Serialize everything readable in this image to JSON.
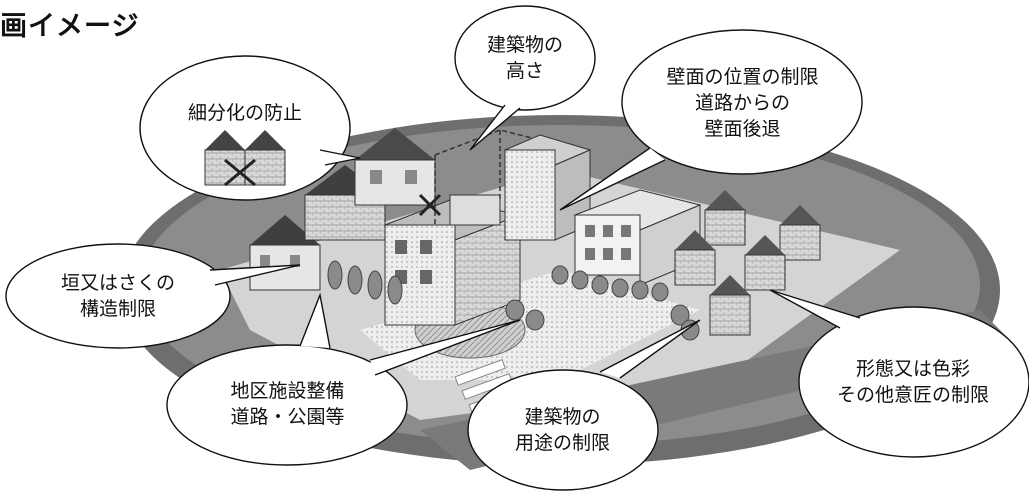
{
  "title": "画イメージ",
  "callouts": {
    "subdivision": "細分化の防止",
    "height": "建築物の\n高さ",
    "wall": "壁面の位置の制限\n道路からの\n壁面後退",
    "fence": "垣又はさくの\n構造制限",
    "facility": "地区施設整備\n道路・公園等",
    "use": "建築物の\n用途の制限",
    "form": "形態又は色彩\nその他意匠の制限"
  },
  "colors": {
    "ground": "#d4d4d4",
    "outer": "#6e6e6e",
    "roof": "#4a4a4a",
    "tree": "#8a8a8a"
  }
}
